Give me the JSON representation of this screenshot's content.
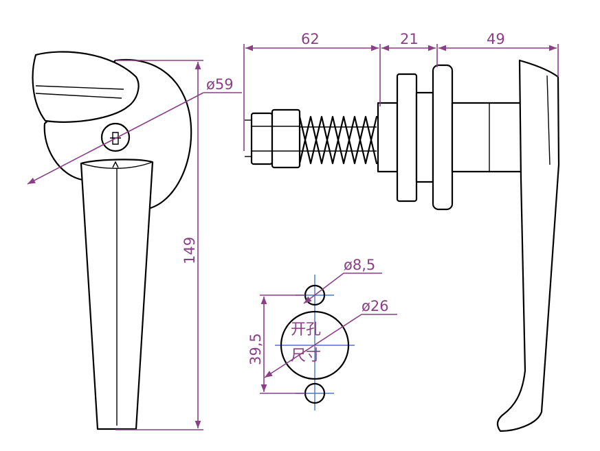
{
  "dimensions": {
    "d1_length": "62",
    "d2_length": "21",
    "d3_length": "49",
    "dia_flange": "ø59",
    "height": "149",
    "dia_small_hole": "ø8,5",
    "dia_large_hole": "ø26",
    "hole_spacing": "39,5"
  },
  "cutout_label": {
    "line1": "开孔",
    "line2": "尺寸"
  },
  "colors": {
    "outline": "#000000",
    "dimension": "#8a3f86",
    "centerline": "#4a77c9"
  }
}
